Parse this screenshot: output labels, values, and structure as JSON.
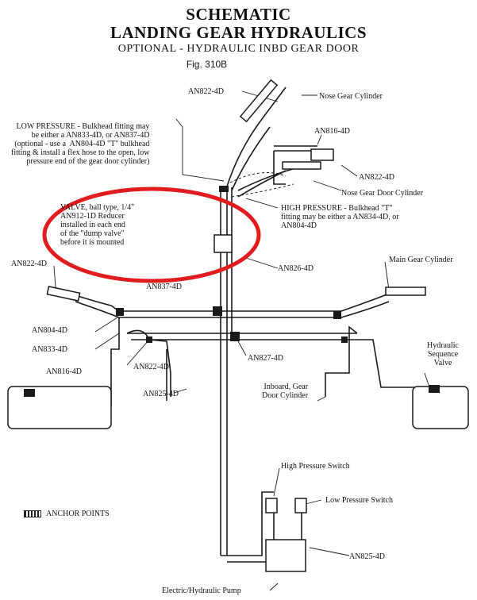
{
  "title": {
    "line1": "SCHEMATIC",
    "line2": "LANDING GEAR HYDRAULICS",
    "line3": "OPTIONAL -  HYDRAULIC INBD GEAR DOOR",
    "figure": "Fig. 310B"
  },
  "labels": {
    "an822_top": "AN822-4D",
    "nose_gear_cylinder": "Nose Gear Cylinder",
    "an816_top": "AN816-4D",
    "an822_right": "AN822-4D",
    "nose_gear_door_cylinder": "Nose Gear Door Cylinder",
    "low_pressure_note": "LOW PRESSURE - Bulkhead fitting may\nbe either a AN833-4D, or AN837-4D\n(optional - use a  AN804-4D \"T\" bulkhead\nfitting & install a flex hose to the open, low\npressure end of the gear door cylinder)",
    "high_pressure_note": "HIGH PRESSURE - Bulkhead \"T\"\nfitting may be either a AN834-4D, or\nAN804-4D",
    "valve_note": "VALVE, ball type, 1/4\"\nAN912-1D Reducer\ninstalled in each end\nof the \"dump valve\"\nbefore it is mounted",
    "an826": "AN826-4D",
    "an822_left": "AN822-4D",
    "an837": "AN837-4D",
    "main_gear_cylinder": "Main Gear Cylinder",
    "an804": "AN804-4D",
    "an833": "AN833-4D",
    "an816_left": "AN816-4D",
    "an822_mid": "AN822-4D",
    "an827": "AN827-4D",
    "an825_mid": "AN825-4D",
    "inboard_gear_door_cylinder": "Inboard, Gear\nDoor Cylinder",
    "hydraulic_sequence_valve": "Hydraulic\nSequence\nValve",
    "high_pressure_switch": "High Pressure Switch",
    "low_pressure_switch": "Low Pressure Switch",
    "anchor_points": "ANCHOR POINTS",
    "an825_bottom": "AN825-4D",
    "pump": "Electric/Hydraulic Pump"
  },
  "colors": {
    "line": "#1a1a1a",
    "highlight_ellipse": "#e21c1c"
  }
}
